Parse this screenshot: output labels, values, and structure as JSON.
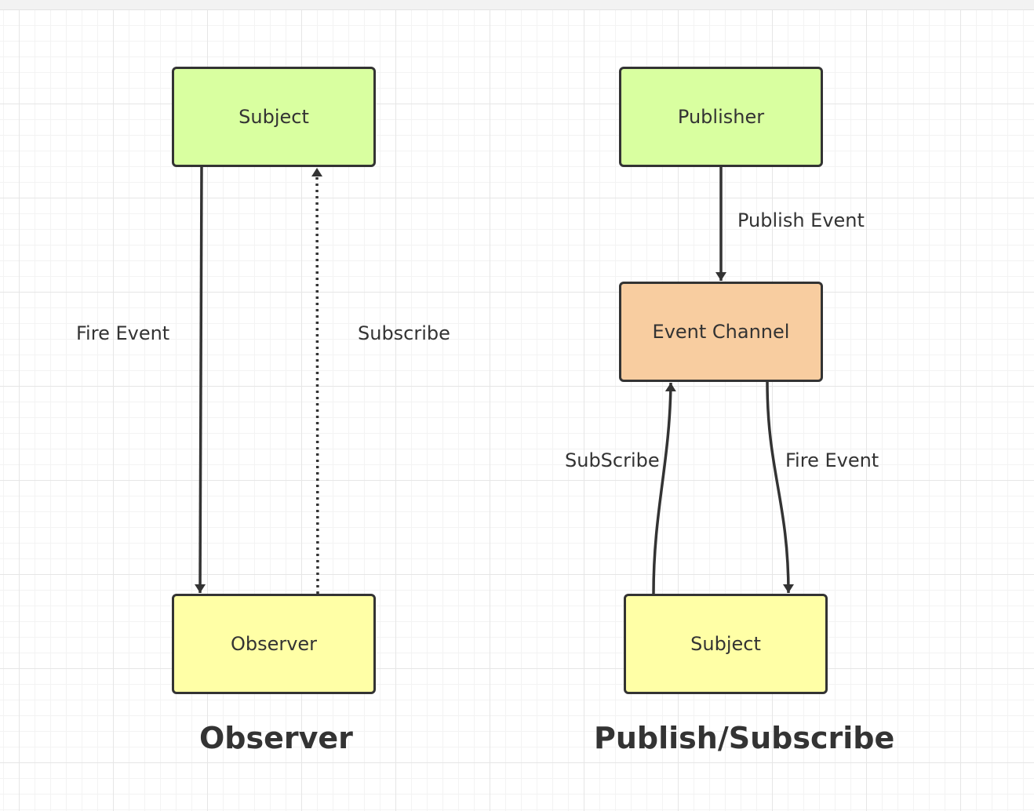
{
  "colors": {
    "green_fill": "#d9ffa0",
    "yellow_fill": "#ffffa6",
    "orange_fill": "#f8cda0",
    "stroke": "#333333"
  },
  "observer": {
    "title": "Observer",
    "subject_label": "Subject",
    "observer_label": "Observer",
    "fire_event_label": "Fire Event",
    "subscribe_label": "Subscribe"
  },
  "pubsub": {
    "title": "Publish/Subscribe",
    "publisher_label": "Publisher",
    "channel_label": "Event Channel",
    "subject_label": "Subject",
    "publish_event_label": "Publish Event",
    "subscribe_label": "SubScribe",
    "fire_event_label": "Fire Event"
  }
}
